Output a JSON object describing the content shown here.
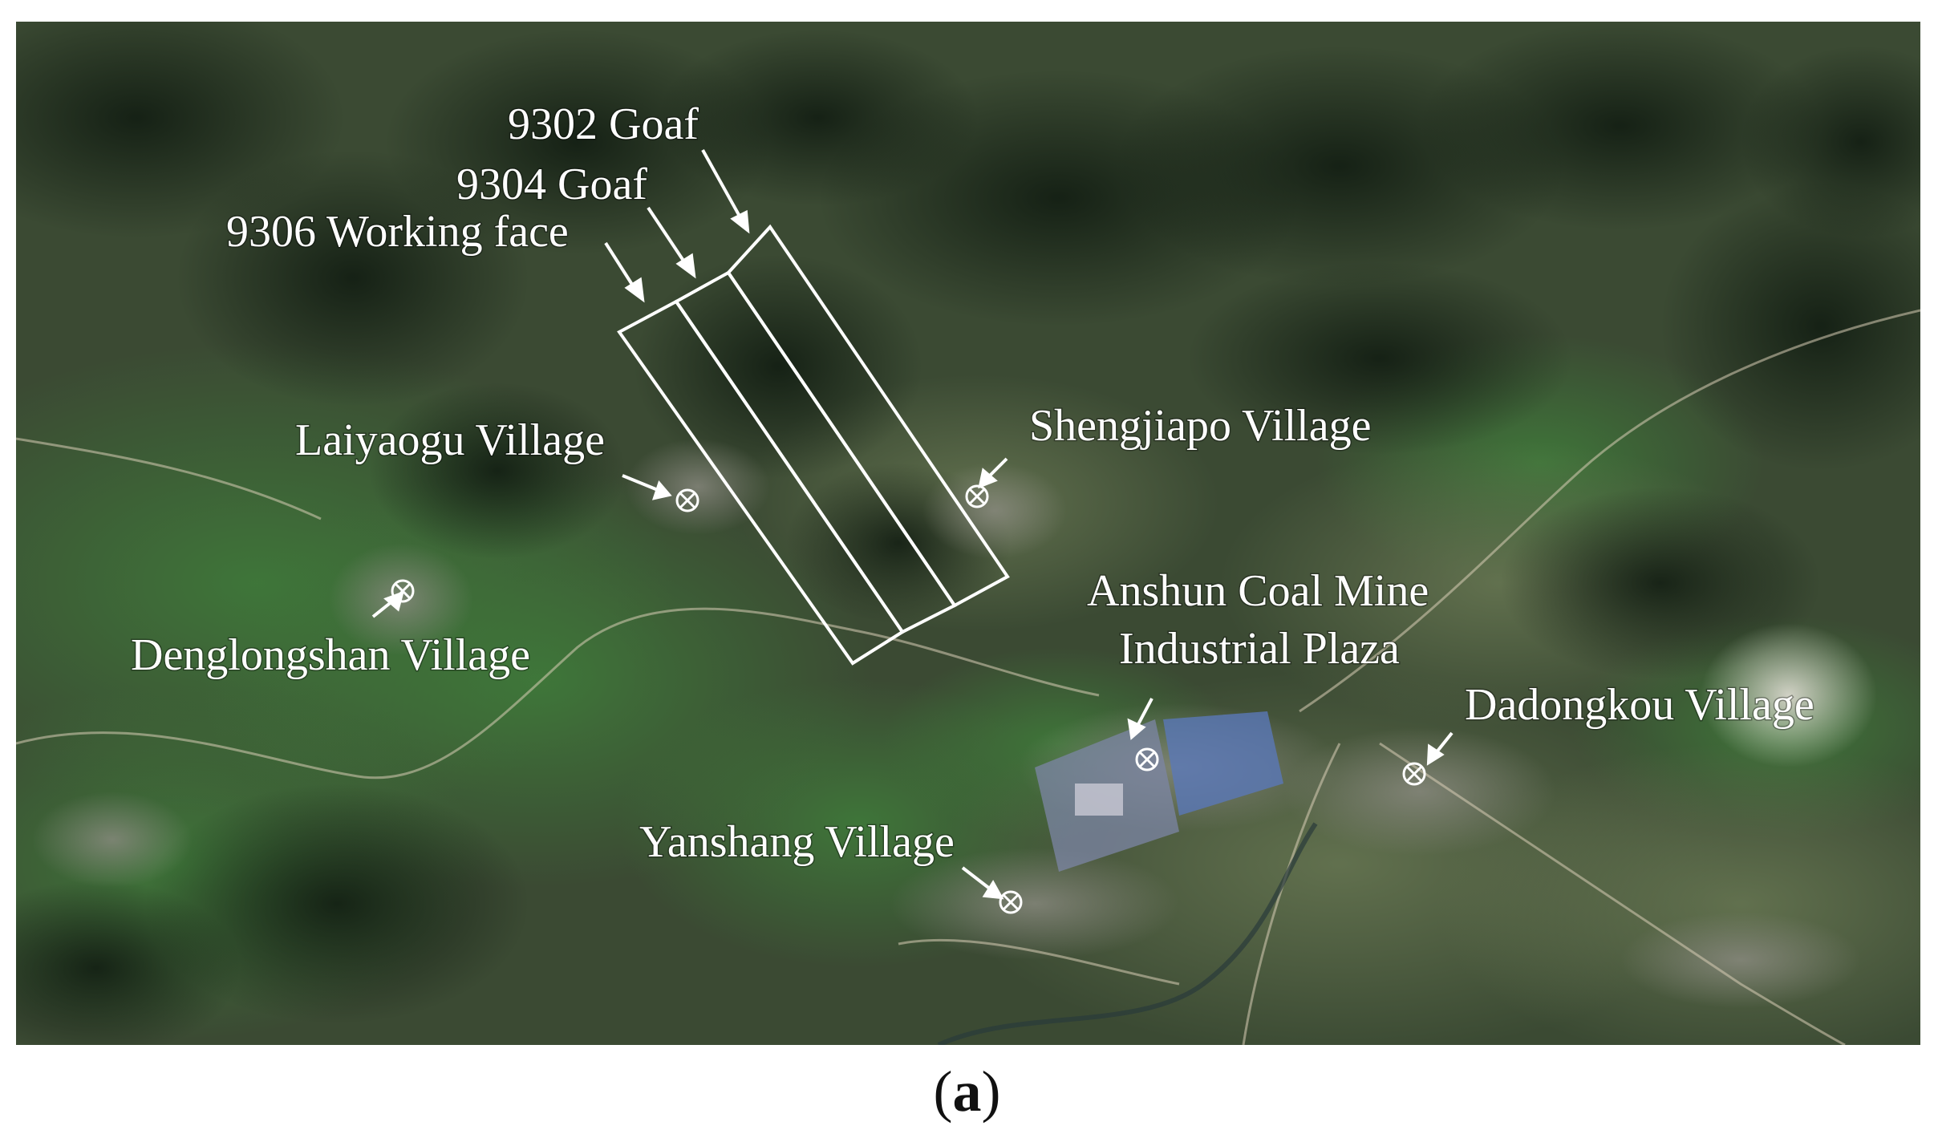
{
  "map": {
    "panels": {
      "panel_9302": "9302 Goaf",
      "panel_9304": "9304 Goaf",
      "panel_9306": "9306 Working face"
    },
    "places": {
      "laiyaogu": "Laiyaogu Village",
      "shengjiapo": "Shengjiapo Village",
      "denglongshan": "Denglongshan Village",
      "anshun_line1": "Anshun Coal Mine",
      "anshun_line2": "Industrial Plaza",
      "dadongkou": "Dadongkou Village",
      "yanshang": "Yanshang Village"
    },
    "colors": {
      "forest_dark": "#1f2d1e",
      "forest_green": "#2f5a2e",
      "terrain": "#4a5a3c",
      "road": "#d9cdb6",
      "outline": "#ffffff"
    }
  },
  "caption": {
    "open": "(",
    "letter": "a",
    "close": ")"
  }
}
